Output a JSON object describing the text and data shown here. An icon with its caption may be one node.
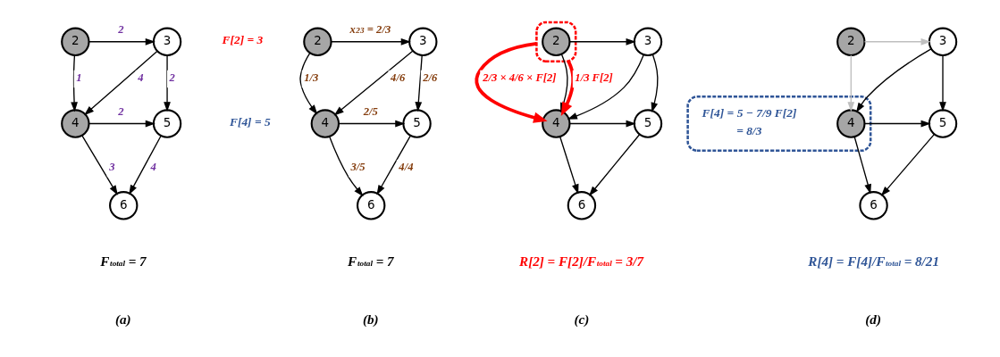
{
  "diagram": {
    "nodes": [
      {
        "text": [
          "2"
        ]
      },
      {
        "text": [
          "3"
        ]
      },
      {
        "text": [
          "4"
        ]
      },
      {
        "text": [
          "5"
        ]
      },
      {
        "text": [
          "6"
        ]
      },
      {
        "text": [
          "2"
        ],
        "beside": [
          "F[2] = 3"
        ]
      },
      {
        "text": [
          "3"
        ]
      },
      {
        "text": [
          "4"
        ],
        "beside": [
          "F[4] = 5"
        ]
      },
      {
        "text": [
          "5"
        ]
      },
      {
        "text": [
          "6"
        ]
      },
      {
        "text": [],
        "shape": "box"
      },
      {
        "text": [
          "2"
        ],
        "in": 10
      },
      {
        "text": [
          "3"
        ]
      },
      {
        "text": [
          "4"
        ]
      },
      {
        "text": [
          "5"
        ]
      },
      {
        "text": [
          "6"
        ]
      },
      {
        "text": [
          "2"
        ]
      },
      {
        "text": [
          "3"
        ]
      },
      {
        "text": [],
        "shape": "box"
      },
      {
        "text": [
          "4"
        ],
        "in": 18,
        "beside": [
          "F[4] = 5 − 7/9 F[2]",
          "= 8/3"
        ]
      },
      {
        "text": [
          "5"
        ]
      },
      {
        "text": [
          "6"
        ]
      }
    ],
    "edges": [
      {
        "from": 0,
        "to": 1,
        "arrow": "to",
        "label": "2"
      },
      {
        "from": 0,
        "to": 2,
        "arrow": "to",
        "label": "1"
      },
      {
        "from": 1,
        "to": 2,
        "arrow": "to",
        "label": "4"
      },
      {
        "from": 1,
        "to": 3,
        "arrow": "to",
        "label": "2"
      },
      {
        "from": 2,
        "to": 3,
        "arrow": "to",
        "label": "2"
      },
      {
        "from": 2,
        "to": 4,
        "arrow": "to",
        "label": "3"
      },
      {
        "from": 3,
        "to": 4,
        "arrow": "to",
        "label": "4"
      },
      {
        "from": 5,
        "to": 6,
        "arrow": "to",
        "label": "x$_{23}$ = 2/3"
      },
      {
        "from": 5,
        "to": 7,
        "arrow": "to",
        "label": "1/3"
      },
      {
        "from": 6,
        "to": 7,
        "arrow": "to",
        "label": "4/6"
      },
      {
        "from": 6,
        "to": 8,
        "arrow": "to",
        "label": "2/6"
      },
      {
        "from": 7,
        "to": 8,
        "arrow": "to",
        "label": "2/5"
      },
      {
        "from": 7,
        "to": 9,
        "arrow": "to",
        "label": "3/5"
      },
      {
        "from": 8,
        "to": 9,
        "arrow": "to",
        "label": "4/4"
      },
      {
        "from": 11,
        "to": 12,
        "arrow": "to"
      },
      {
        "from": 11,
        "to": 13,
        "arrow": "to"
      },
      {
        "from": 12,
        "to": 13,
        "arrow": "to"
      },
      {
        "from": 12,
        "to": 14,
        "arrow": "to"
      },
      {
        "from": 13,
        "to": 14,
        "arrow": "to"
      },
      {
        "from": 13,
        "to": 15,
        "arrow": "to"
      },
      {
        "from": 14,
        "to": 15,
        "arrow": "to"
      },
      {
        "from": 10,
        "to": 13,
        "arrow": "to",
        "label": "1/3 F[2]",
        "style": "thick",
        "color": "#ff0000"
      },
      {
        "from": 10,
        "to": 13,
        "arrow": "to",
        "label": "2/3 × 4/6 × F[2]",
        "style": "thick",
        "color": "#ff0000"
      },
      {
        "from": 16,
        "to": 17,
        "arrow": "to",
        "color": "#bfbfbf"
      },
      {
        "from": 16,
        "to": 19,
        "arrow": "to",
        "color": "#bfbfbf"
      },
      {
        "from": 17,
        "to": 19,
        "arrow": "to"
      },
      {
        "from": 17,
        "to": 20,
        "arrow": "to"
      },
      {
        "from": 19,
        "to": 20,
        "arrow": "to"
      },
      {
        "from": 19,
        "to": 21,
        "arrow": "to"
      },
      {
        "from": 20,
        "to": 21,
        "arrow": "to"
      }
    ],
    "labels": [
      "F$_{total}$ = 7",
      "(a)",
      "F$_{total}$ = 7",
      "(b)",
      "R[2] = F[2]/F$_{total}$ = 3/7",
      "(c)",
      "R[4] = F[4]/F$_{total}$ = 8/21",
      "(d)"
    ]
  }
}
